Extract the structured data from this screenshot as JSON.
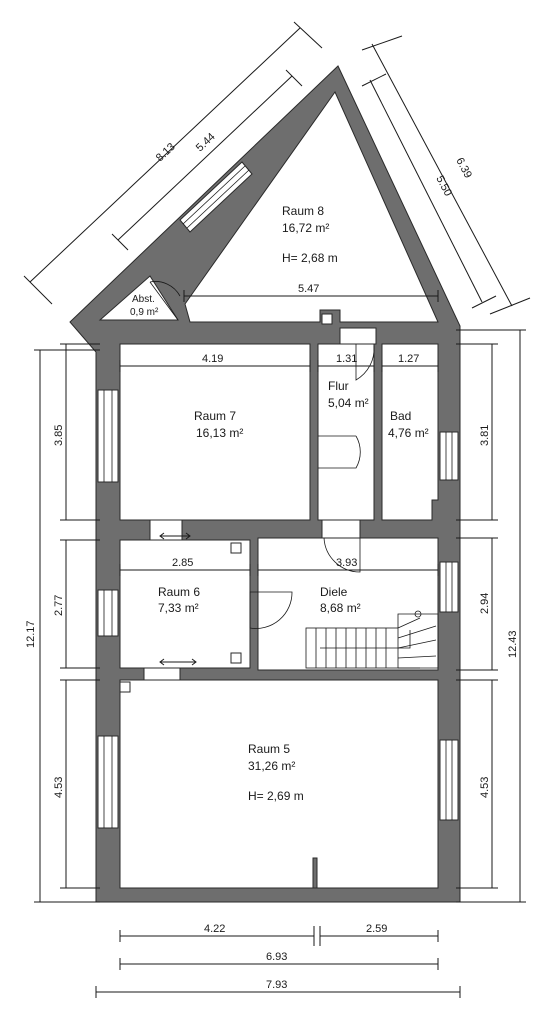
{
  "rooms": {
    "raum8": {
      "name": "Raum 8",
      "area": "16,72 m²",
      "height": "H= 2,68 m"
    },
    "abst": {
      "name": "Abst.",
      "area": "0,9 m²"
    },
    "raum7": {
      "name": "Raum 7",
      "area": "16,13 m²"
    },
    "flur": {
      "name": "Flur",
      "area": "5,04 m²"
    },
    "bad": {
      "name": "Bad",
      "area": "4,76 m²"
    },
    "raum6": {
      "name": "Raum 6",
      "area": "7,33 m²"
    },
    "diele": {
      "name": "Diele",
      "area": "8,68 m²"
    },
    "raum5": {
      "name": "Raum 5",
      "area": "31,26 m²",
      "height": "H= 2,69 m"
    }
  },
  "dimensions": {
    "diag_outer": "8.13",
    "diag_inner": "5.44",
    "right_outer": "6.39",
    "right_inner": "5.50",
    "raum8_width": "5.47",
    "raum7_width": "4.19",
    "flur_width": "1.31",
    "bad_width": "1.27",
    "raum6_width": "2.85",
    "diele_width": "3.93",
    "left_total": "12.17",
    "left_raum7": "3.85",
    "left_raum6": "2.77",
    "left_raum5": "4.53",
    "right_total": "12.43",
    "right_bad": "3.81",
    "right_diele": "2.94",
    "right_raum5": "4.53",
    "bottom_left": "4.22",
    "bottom_right": "2.59",
    "bottom_inner": "6.93",
    "bottom_outer": "7.93"
  }
}
